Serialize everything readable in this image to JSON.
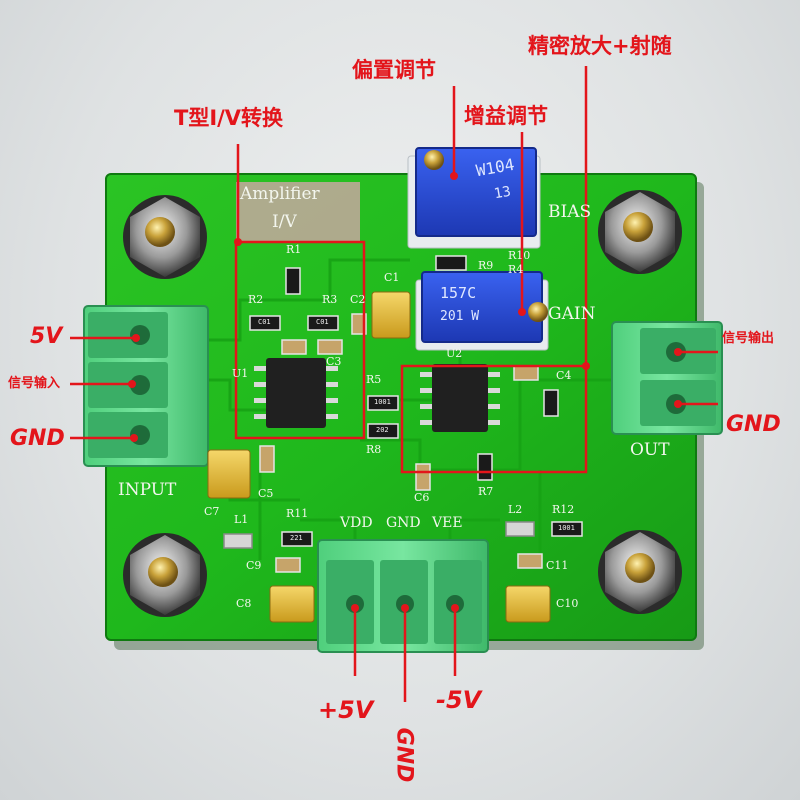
{
  "annotations": {
    "t_iv": "T型I/V转换",
    "bias_adj": "偏置调节",
    "gain_adj": "增益调节",
    "precision_amp": "精密放大+射随",
    "in_5v": "5V",
    "in_signal": "信号输入",
    "in_gnd": "GND",
    "out_signal": "信号输出",
    "out_gnd": "GND",
    "pwr_plus5v": "+5V",
    "pwr_gnd": "GND",
    "pwr_minus5v": "-5V"
  },
  "silkscreen": {
    "title_line1": "Amplifier",
    "title_line2": "I/V",
    "input": "INPUT",
    "out": "OUT",
    "bias": "BIAS",
    "gain": "GAIN",
    "vdd": "VDD",
    "gnd": "GND",
    "vee": "VEE",
    "r1": "R1",
    "r2": "R2",
    "r3": "R3",
    "r4": "R4",
    "r5": "R5",
    "r7": "R7",
    "r8": "R8",
    "r9": "R9",
    "r10": "R10",
    "r11": "R11",
    "r12": "R12",
    "c1": "C1",
    "c2": "C2",
    "c3": "C3",
    "c4": "C4",
    "c5": "C5",
    "c6": "C6",
    "c7": "C7",
    "c8": "C8",
    "c9": "C9",
    "c10": "C10",
    "c11": "C11",
    "u1": "U1",
    "u2": "U2",
    "l1": "L1",
    "l2": "L2"
  },
  "markings": {
    "pot_bias_1": "W104",
    "pot_bias_2": "13",
    "pot_gain_1": "157C",
    "pot_gain_2": "201 W",
    "res_a": "C01",
    "res_b": "C01",
    "res_c": "1001",
    "res_d": "202",
    "res_e": "1001",
    "res_f": "221"
  },
  "colors": {
    "annotation": "#e3151b",
    "pcb": "#1fb81c",
    "terminal": "#5fd98a",
    "pot": "#2a4fd8"
  }
}
